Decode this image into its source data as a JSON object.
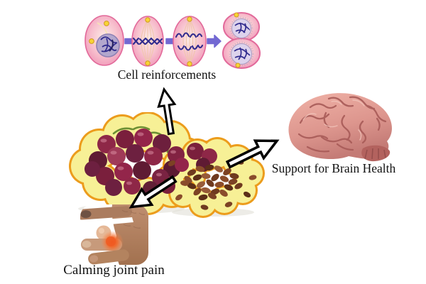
{
  "title": "Grape health benefits diagram",
  "background": "#ffffff",
  "labels": {
    "cell_reinforcements": "Cell reinforcements",
    "brain_health": "Support for Brain Health",
    "joint_pain": "Calming joint pain"
  },
  "images": {
    "mitosis": "cell-division-stages",
    "grapes": "red-grape-bunch",
    "seeds": "grape-seeds-pile",
    "brain": "human-brain",
    "hand": "hand-with-inflamed-finger-joint"
  },
  "arrows": {
    "to_cells": "up",
    "to_brain": "up-right",
    "to_hand": "down-left",
    "between_cells": "right"
  },
  "colors": {
    "text": "#111111",
    "arrow_fill": "#ffffff",
    "arrow_outline": "#000000",
    "step_arrow_purple": "#7268d2",
    "cell_pink": "#f3a9c4",
    "cell_stroke": "#e2699a",
    "nucleus_lavender": "#b3a7cd",
    "chromosome_blue": "#302b8e",
    "centrosome_yellow": "#f8d435",
    "glow_fill": "#f7f096",
    "glow_stroke": "#ec9c1c",
    "grape_dark": "#5f1b33",
    "grape_red": "#93254a",
    "stem_green": "#6b8f33",
    "seed_brown": "#7a4226",
    "brain_pink": "#df9a92",
    "brain_crease": "#a85b52",
    "skin": "#c49678",
    "joint_red": "#f05c22"
  }
}
